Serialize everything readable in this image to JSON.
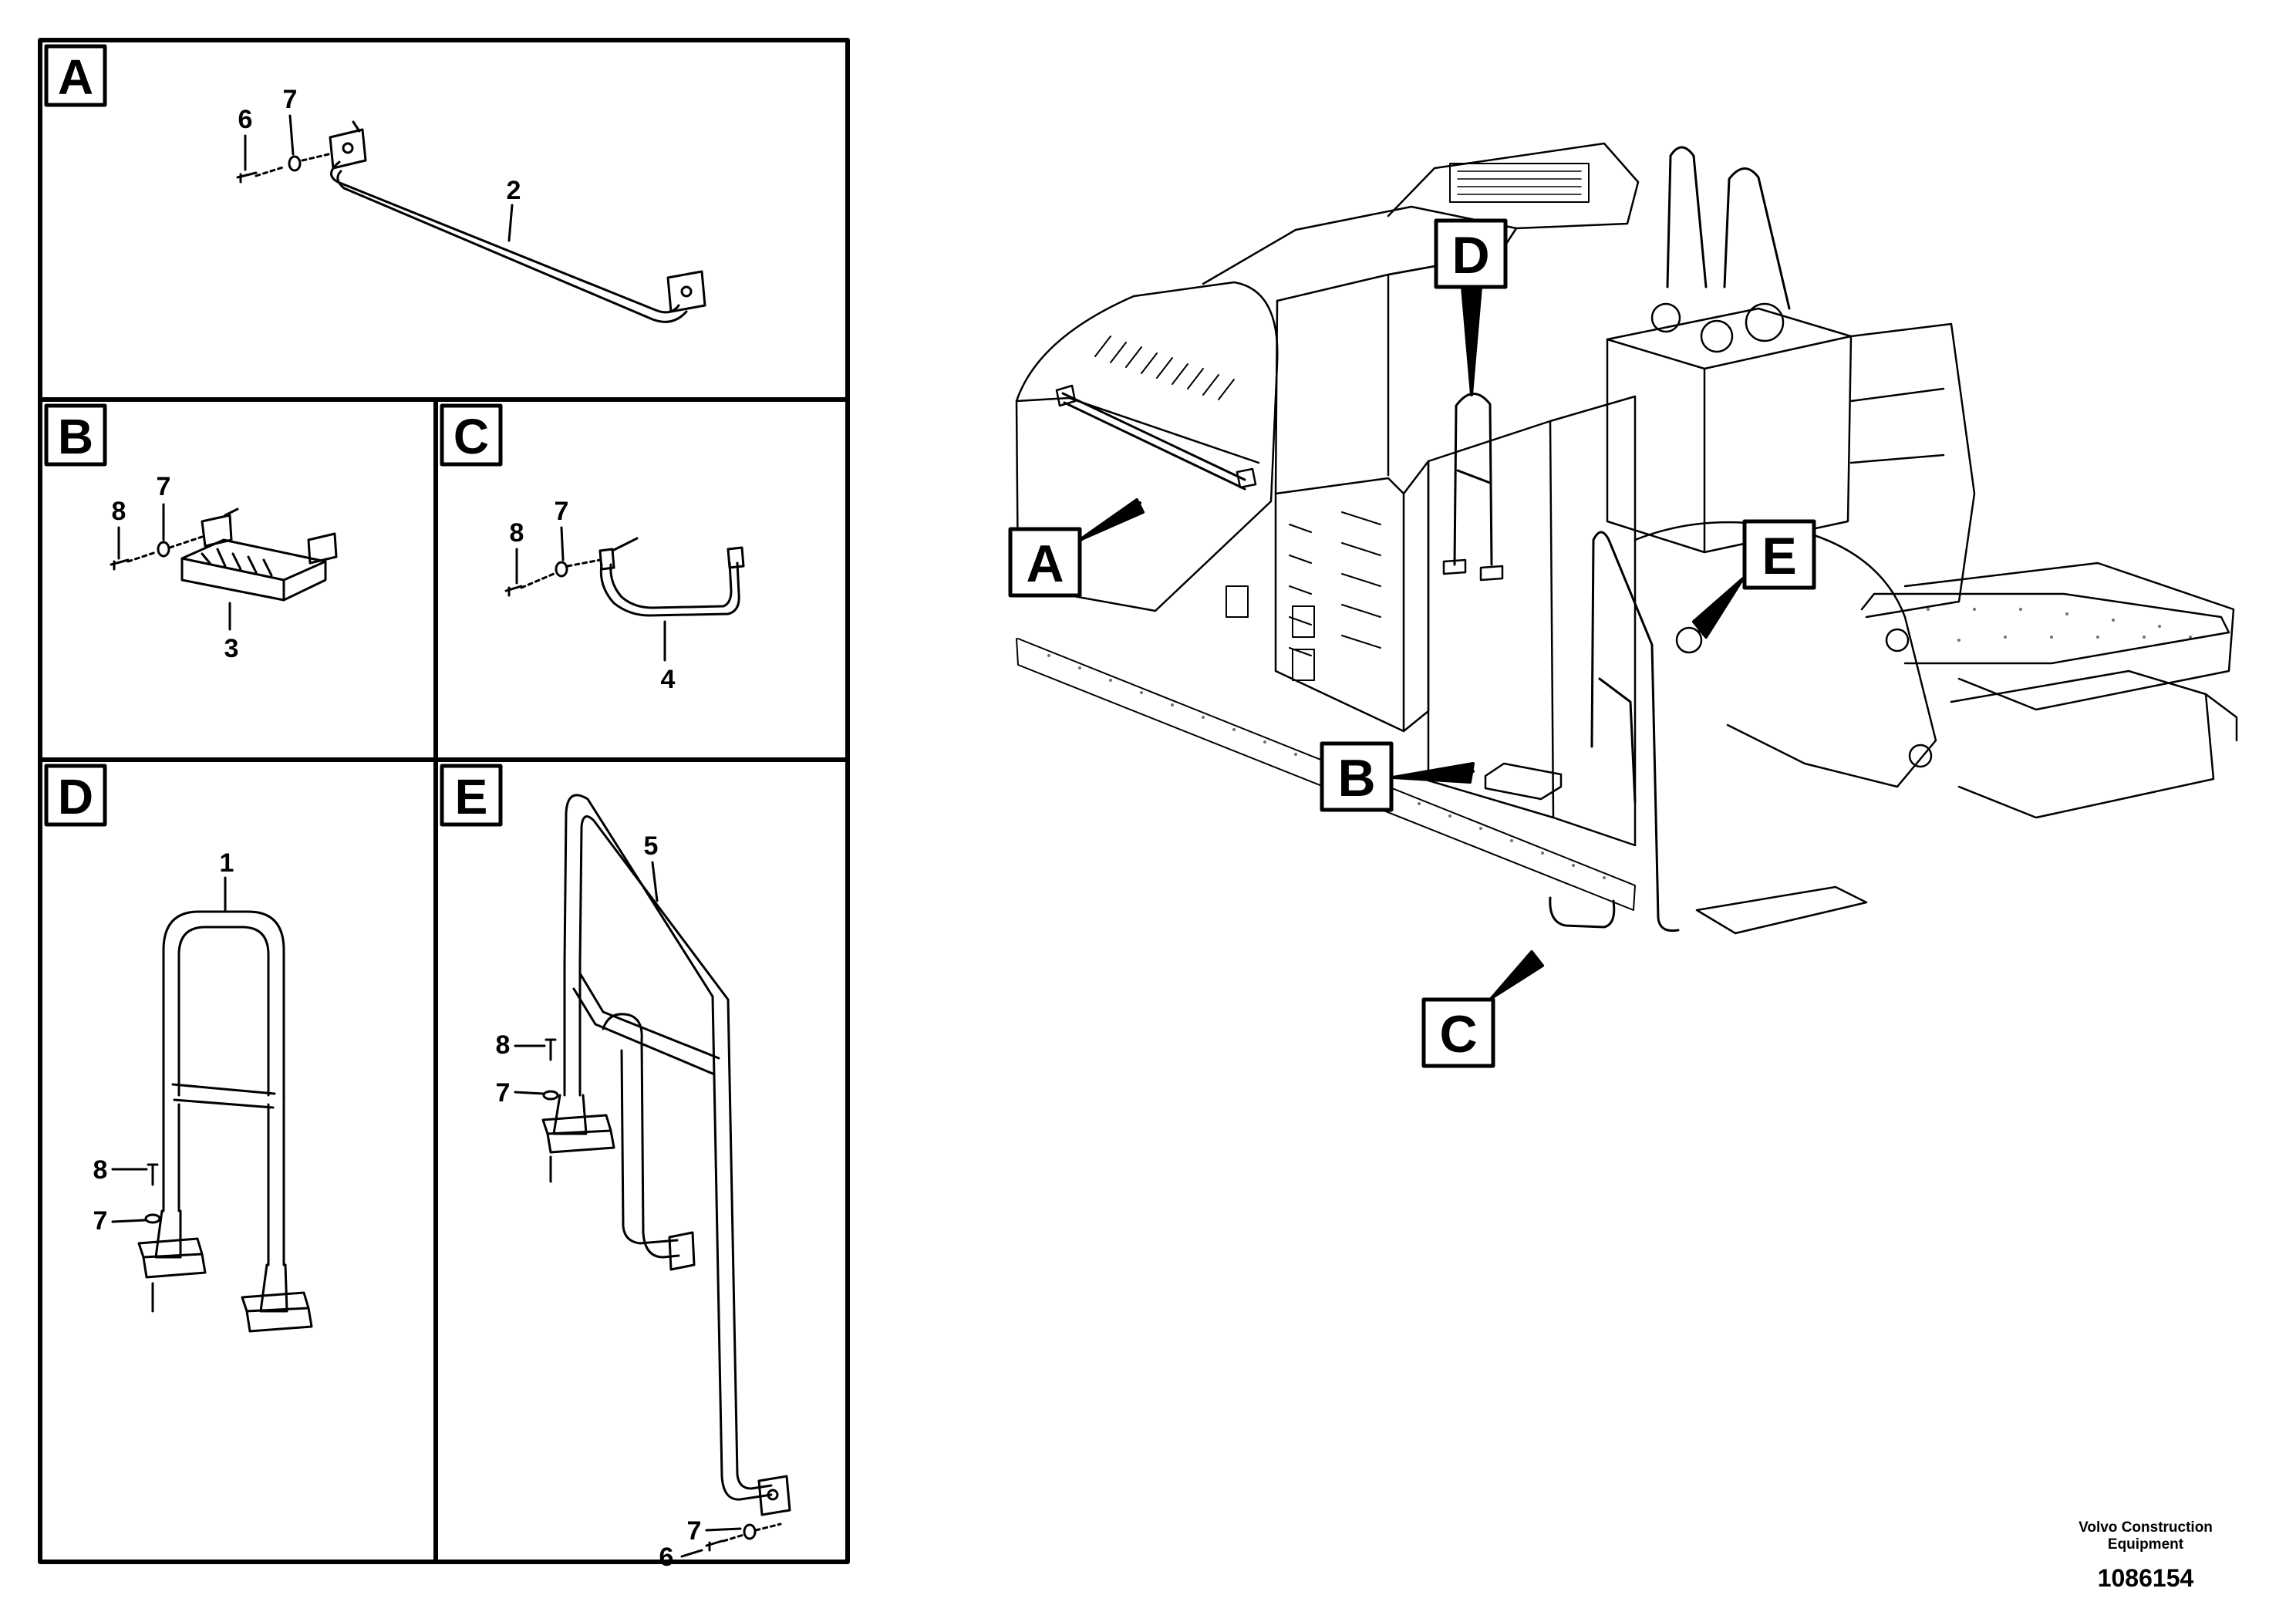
{
  "panels": {
    "A": {
      "letter": "A",
      "callouts": [
        "6",
        "7",
        "2"
      ]
    },
    "B": {
      "letter": "B",
      "callouts": [
        "8",
        "7",
        "3"
      ]
    },
    "C": {
      "letter": "C",
      "callouts": [
        "8",
        "7",
        "4"
      ]
    },
    "D": {
      "letter": "D",
      "callouts": [
        "1",
        "8",
        "7"
      ]
    },
    "E": {
      "letter": "E",
      "callouts": [
        "5",
        "8",
        "7",
        "7",
        "6"
      ]
    }
  },
  "overview_callouts": [
    "A",
    "B",
    "C",
    "D",
    "E"
  ],
  "footer": {
    "brand": "Volvo Construction Equipment",
    "doc_number": "1086154"
  }
}
